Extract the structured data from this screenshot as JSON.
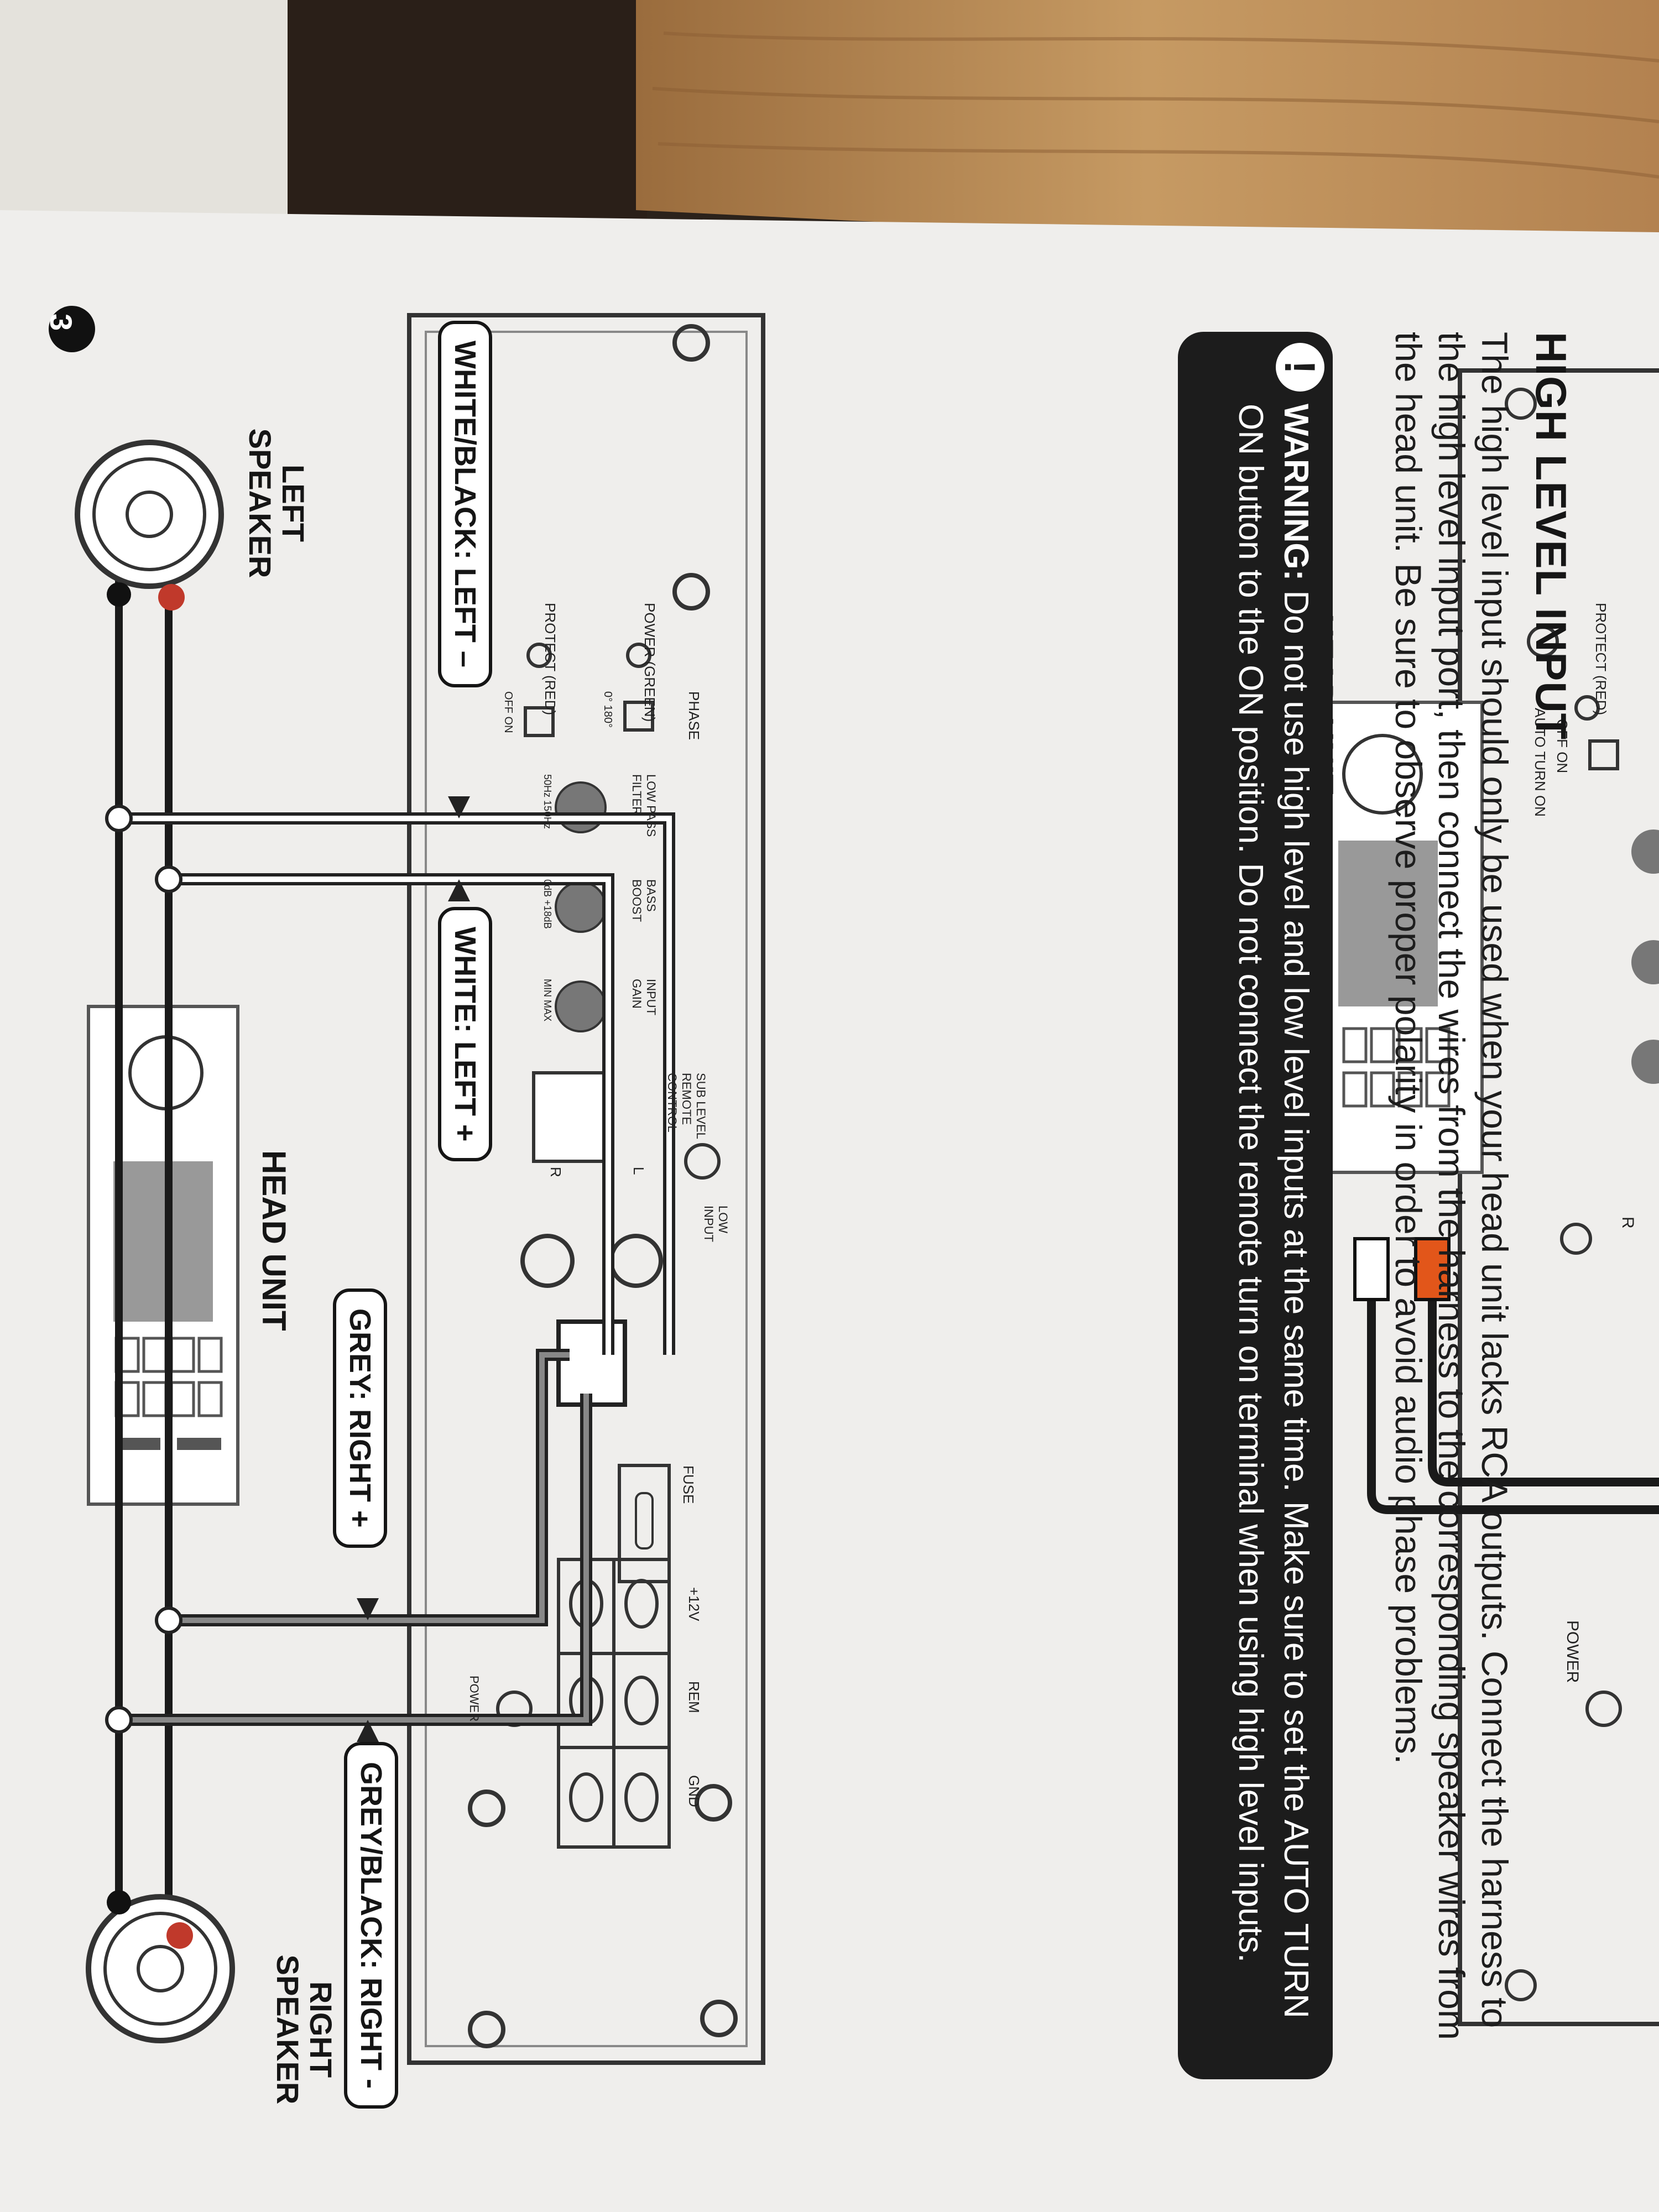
{
  "heading": "HIGH LEVEL INPUT",
  "paragraph": "The high level input should only be used when your head unit lacks RCA outputs. Connect the harness to the high level input port, then connect the wires from the harness to the corresponding speaker wires from the head unit. Be sure to observe proper polarity in order to avoid audio phase problems.",
  "warning": {
    "label": "WARNING:",
    "text": "Do not use high level and low level inputs at the same time. Make sure to set the AUTO TURN ON button to the ON position. Do not connect the remote turn on terminal when using high level inputs.",
    "mark": "!"
  },
  "step_number": "3",
  "top_diagram": {
    "head_unit_label": "HEAD UNIT",
    "protect_label": "PROTECT (RED)",
    "auto_turn_on_label": "AUTO TURN ON",
    "off_on_label": "OFF ON",
    "power_label": "POWER",
    "r_label": "R",
    "rca_colors": [
      "#ffffff",
      "#e2561a"
    ]
  },
  "bottom_diagram": {
    "head_unit_label": "HEAD UNIT",
    "left_speaker_label": "LEFT SPEAKER",
    "right_speaker_label": "RIGHT SPEAKER",
    "wires": {
      "white_black": "WHITE/BLACK: LEFT –",
      "white": "WHITE: LEFT +",
      "grey": "GREY: RIGHT +",
      "grey_black": "GREY/BLACK: RIGHT -"
    },
    "panel": {
      "power_green": "POWER (GREEN)",
      "protect_red": "PROTECT (RED)",
      "phase": "PHASE",
      "phase_values": "0° 180°",
      "off_on": "OFF ON",
      "low_pass_filter": "LOW PASS FILTER",
      "lpf_values": "50Hz 150Hz",
      "bass_boost": "BASS BOOST",
      "bass_values": "0dB +18dB",
      "input_gain": "INPUT GAIN",
      "gain_values": "MIN MAX",
      "sub_level_remote": "SUB LEVEL REMOTE CONTROL",
      "low_input": "LOW INPUT",
      "r": "R",
      "l": "L",
      "fuse": "FUSE",
      "terminal_12v": "+12V",
      "terminal_rem": "REM",
      "terminal_gnd": "GND",
      "power_label": "POWER"
    }
  },
  "colors": {
    "paper": "#efeeec",
    "warning_bg": "#1c1c1c",
    "speaker_plus": "#c0392b",
    "wood": "#b8874f"
  }
}
